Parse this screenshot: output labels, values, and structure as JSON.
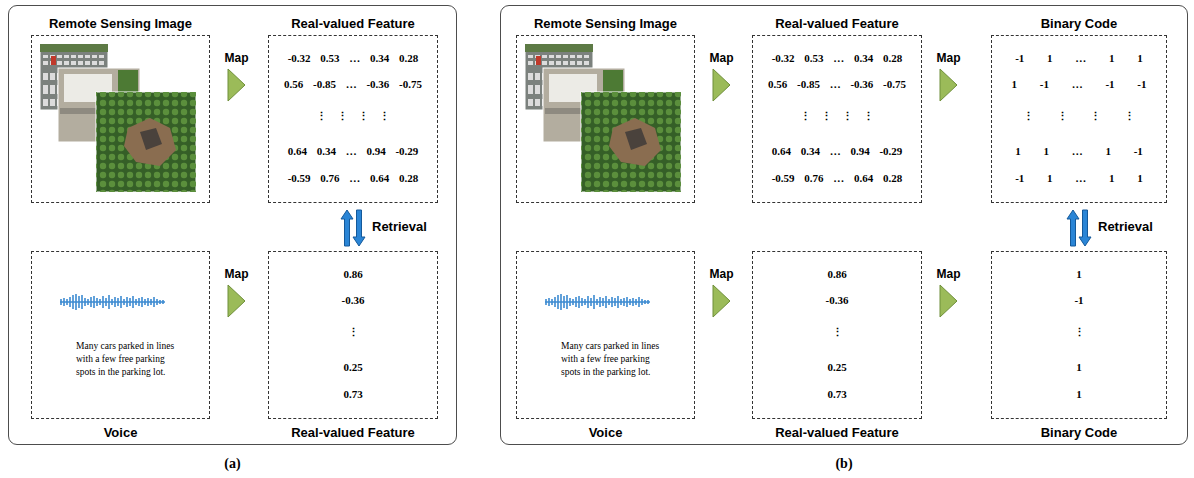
{
  "diagram": {
    "nodes": [
      {
        "text": [
          "(a)"
        ]
      },
      {
        "text": [
          "Remote Sensing Image"
        ],
        "in": 0
      },
      {
        "text": [
          "Real-valued Feature",
          "-0.32 0.53 … 0.34 0.28",
          "0.56 -0.85 … -0.36 -0.75",
          "⋮ ⋮ ⋮ ⋮",
          "0.64 0.34 … 0.94 -0.29",
          "-0.59 0.76 … 0.64 0.28"
        ],
        "in": 0
      },
      {
        "text": [
          "Voice",
          "Many cars parked in lines with a few free parking spots in the parking lot."
        ],
        "in": 0
      },
      {
        "text": [
          "Real-valued Feature",
          "0.86",
          "-0.36",
          "⋮",
          "0.25",
          "0.73"
        ],
        "in": 0
      },
      {
        "text": [
          "(b)"
        ]
      },
      {
        "text": [
          "Remote Sensing Image"
        ],
        "in": 5
      },
      {
        "text": [
          "Real-valued Feature",
          "-0.32 0.53 … 0.34 0.28",
          "0.56 -0.85 … -0.36 -0.75",
          "⋮ ⋮ ⋮ ⋮",
          "0.64 0.34 … 0.94 -0.29",
          "-0.59 0.76 … 0.64 0.28"
        ],
        "in": 5
      },
      {
        "text": [
          "Binary Code",
          "-1 1 … 1 1",
          "1 -1 … -1 -1",
          "⋮ ⋮ ⋮ ⋮",
          "1 1 … 1 -1",
          "-1 1 … 1 1"
        ],
        "in": 5
      },
      {
        "text": [
          "Voice",
          "Many cars parked in lines with a few free parking spots in the parking lot."
        ],
        "in": 5
      },
      {
        "text": [
          "Real-valued Feature",
          "0.86",
          "-0.36",
          "⋮",
          "0.25",
          "0.73"
        ],
        "in": 5
      },
      {
        "text": [
          "Binary Code",
          "1",
          "-1",
          "⋮",
          "1",
          "1"
        ],
        "in": 5
      }
    ],
    "edges": [
      {
        "from": 1,
        "to": 2,
        "label": "Map",
        "arrow": "to"
      },
      {
        "from": 3,
        "to": 4,
        "label": "Map",
        "arrow": "to"
      },
      {
        "from": 2,
        "to": 4,
        "label": "Retrieval",
        "arrow": "both"
      },
      {
        "from": 6,
        "to": 7,
        "label": "Map",
        "arrow": "to"
      },
      {
        "from": 7,
        "to": 8,
        "label": "Map",
        "arrow": "to"
      },
      {
        "from": 9,
        "to": 10,
        "label": "Map",
        "arrow": "to"
      },
      {
        "from": 10,
        "to": 11,
        "label": "Map",
        "arrow": "to"
      },
      {
        "from": 8,
        "to": 11,
        "label": "Retrieval",
        "arrow": "both"
      }
    ]
  }
}
